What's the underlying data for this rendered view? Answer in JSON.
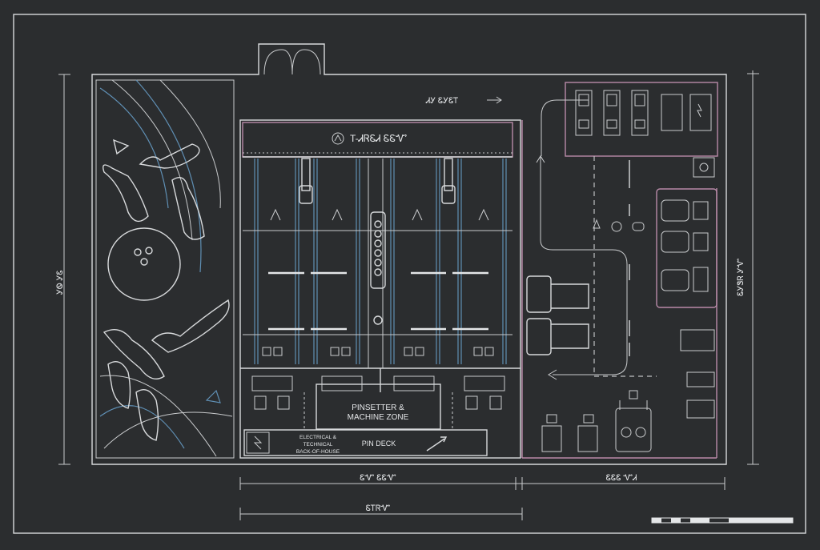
{
  "labels": {
    "lanes_sign": "T-ᏗᏒᏋᏗ ᏋᏋᏉ",
    "entrance_sign": "ᏗᎩ ᏋᎩᏋᎢ",
    "left_side_label": "ᎩᏫ ᎩᏋ",
    "right_side_label": "ᏋᎩᏕᏒ ᎩᏉ",
    "pinsetter_line1": "PINSETTER &",
    "pinsetter_line2": "MACHINE ZONE",
    "electrical_line1": "ELECTRICAL &",
    "electrical_line2": "TECHNICAL",
    "electrical_line3": "BACK-OF-HOUSE",
    "pin_deck": "PIN DECK",
    "dim_lanes": "ᏋᏉ ᏋᏋᏉ",
    "dim_arcade": "ᏋᏋᏋ ᏉᏗ",
    "dim_total": "ᏋᎢᏒᏉ"
  },
  "colors": {
    "background": "#2b2d2f",
    "line": "#d8dadc",
    "accent_pink": "#b98aa8",
    "accent_blue": "#5f8fb4"
  }
}
